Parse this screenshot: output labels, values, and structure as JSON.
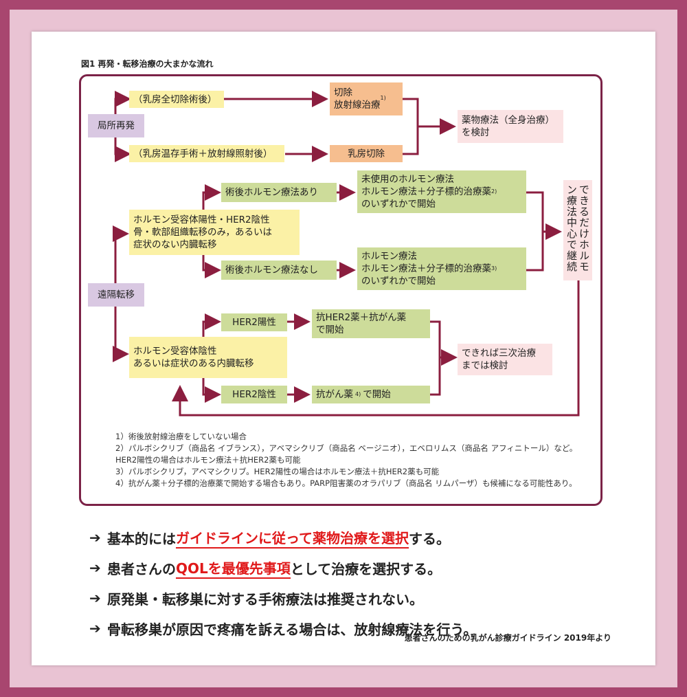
{
  "figure_title": "図1 再発・転移治療の大まかな流れ",
  "nodes": {
    "local_recurrence": "局所再発",
    "after_mastectomy": "（乳房全切除術後）",
    "after_conserving": "（乳房温存手術＋放射線照射後）",
    "excision": "切除\n放射線治療",
    "excision_note": "1)",
    "breast_removal": "乳房切除",
    "drug_therapy": "薬物療法（全身治療）\nを検討",
    "distant_metastasis": "遠隔転移",
    "hr_pos": "ホルモン受容体陽性・HER2陰性\n骨・軟部組織転移のみ，あるいは\n症状のない内臓転移",
    "with_post_hormone": "術後ホルモン療法あり",
    "without_post_hormone": "術後ホルモン療法なし",
    "unused_hormone": "未使用のホルモン療法\nホルモン療法＋分子標的治療薬\nのいずれかで開始",
    "unused_hormone_note": "2)",
    "hormone": "ホルモン療法\nホルモン療法＋分子標的治療薬\nのいずれかで開始",
    "hormone_note": "3)",
    "continue_hormone": "できるだけホルモン療法中心で継続",
    "hr_neg": "ホルモン受容体陰性\nあるいは症状のある内臓転移",
    "her2_pos": "HER2陽性",
    "her2_neg": "HER2陰性",
    "anti_her2": "抗HER2薬＋抗がん薬\nで開始",
    "anticancer": "抗がん薬",
    "anticancer_note": "4)",
    "anticancer_start": "で開始",
    "third_line": "できれば三次治療\nまでは検討"
  },
  "notes": [
    "1）術後放射線治療をしていない場合",
    "2）パルボシクリブ（商品名 イブランス），アベマシクリブ（商品名 ベージニオ），エベロリムス（商品名 アフィニトール）など。HER2陽性の場合はホルモン療法＋抗HER2薬も可能",
    "3）パルボシクリブ，アベマシクリブ。HER2陽性の場合はホルモン療法＋抗HER2薬も可能",
    "4）抗がん薬＋分子標的治療薬で開始する場合もあり。PARP阻害薬のオラパリブ（商品名 リムパーザ）も候補になる可能性あり。"
  ],
  "bullets": [
    {
      "pre": "基本的には",
      "hl": "ガイドラインに従って薬物治療を選択",
      "post": "する。"
    },
    {
      "pre": "患者さんの",
      "hl": "QOLを最優先事項",
      "post": "として治療を選択する。"
    },
    {
      "pre": "原発巣・転移巣に対する手術療法は推奨されない。",
      "hl": "",
      "post": ""
    },
    {
      "pre": "骨転移巣が原因で疼痛を訴える場合は、放射線療法を行う。",
      "hl": "",
      "post": ""
    }
  ],
  "bullet_arrow": "➔",
  "source": "患者さんのための乳がん診療ガイドライン 2019年より",
  "colors": {
    "frame": "#a8466f",
    "frame_light": "#e9c3d3",
    "line": "#8b1e3f",
    "lavender": "#d9c8e2",
    "yellow": "#fbf1a6",
    "orange": "#f6be8f",
    "green": "#cddc9a",
    "pink": "#fbe3e4",
    "highlight": "#e0191a"
  }
}
